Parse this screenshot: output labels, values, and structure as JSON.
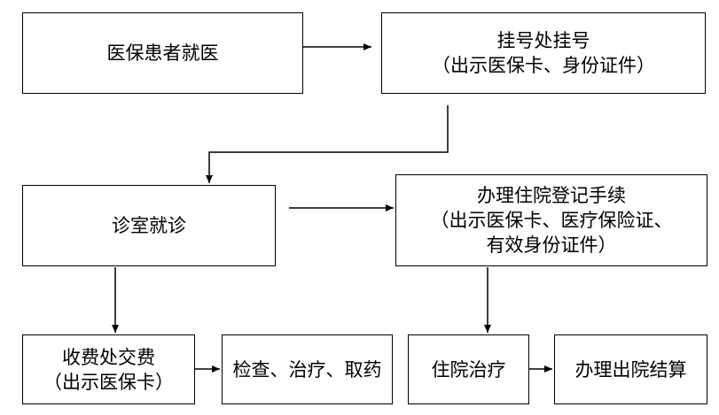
{
  "diagram": {
    "nodes": {
      "patient": {
        "lines": [
          "医保患者就医"
        ]
      },
      "register": {
        "lines": [
          "挂号处挂号",
          "（出示医保卡、身份证件）"
        ]
      },
      "consult": {
        "lines": [
          "诊室就诊"
        ]
      },
      "admission": {
        "lines": [
          "办理住院登记手续",
          "（出示医保卡、医疗保险证、",
          "有效身份证件）"
        ]
      },
      "payment": {
        "lines": [
          "收费处交费",
          "（出示医保卡）"
        ]
      },
      "exam": {
        "lines": [
          "检查、治疗、取药"
        ]
      },
      "inpatient": {
        "lines": [
          "住院治疗"
        ]
      },
      "discharge": {
        "lines": [
          "办理出院结算"
        ]
      }
    },
    "edges": [
      {
        "from": "patient",
        "to": "register"
      },
      {
        "from": "register",
        "to": "consult"
      },
      {
        "from": "consult",
        "to": "admission"
      },
      {
        "from": "consult",
        "to": "payment"
      },
      {
        "from": "payment",
        "to": "exam"
      },
      {
        "from": "admission",
        "to": "inpatient"
      },
      {
        "from": "inpatient",
        "to": "discharge"
      }
    ]
  }
}
